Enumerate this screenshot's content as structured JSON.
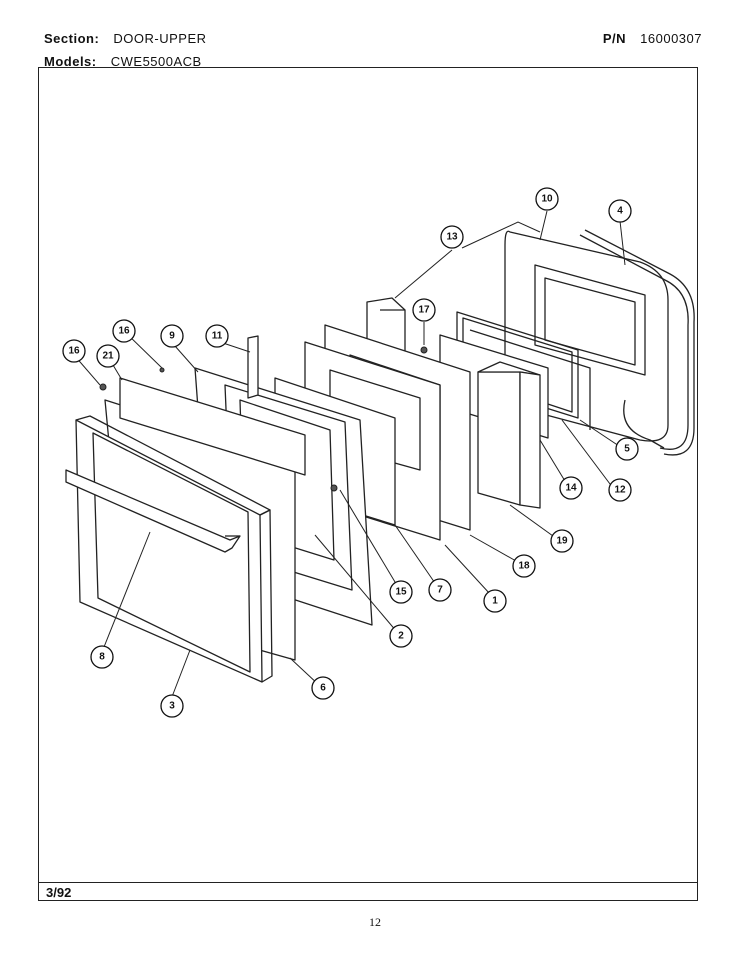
{
  "header": {
    "section_label": "Section:",
    "section_value": "DOOR-UPPER",
    "pn_label": "P/N",
    "pn_value": "16000307",
    "models_label": "Models:",
    "models_value": "CWE5500ACB"
  },
  "footer": {
    "date": "3/92",
    "page_number": "12"
  },
  "callouts": {
    "c10": "10",
    "c4": "4",
    "c13": "13",
    "c17": "17",
    "c16a": "16",
    "c9": "9",
    "c11": "11",
    "c16b": "16",
    "c21": "21",
    "c5": "5",
    "c12": "12",
    "c14": "14",
    "c19": "19",
    "c18": "18",
    "c1": "1",
    "c7": "7",
    "c15": "15",
    "c2": "2",
    "c8": "8",
    "c6": "6",
    "c3": "3"
  }
}
